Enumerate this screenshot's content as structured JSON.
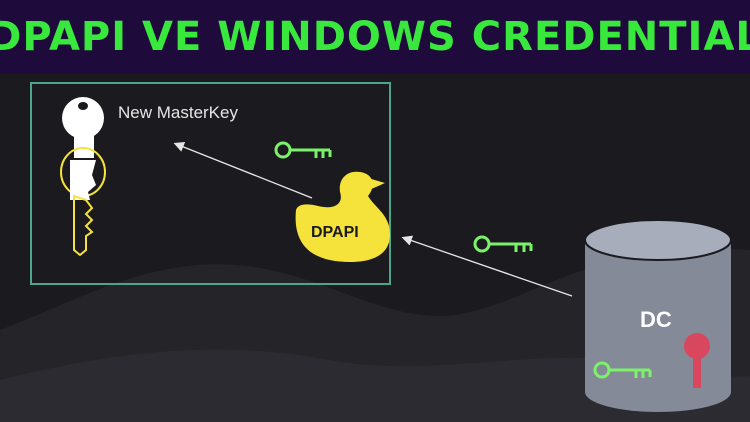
{
  "banner": {
    "title": "DPAPI VE WINDOWS CREDENTIAL"
  },
  "diagram": {
    "masterkey_label": "New MasterKey",
    "duck_label": "DPAPI",
    "dc_label": "DC"
  },
  "colors": {
    "banner_bg": "#1e0b3b",
    "title_green": "#39e83d",
    "key_green": "#7cf26a",
    "duck_yellow": "#f5e23a",
    "dc_red": "#d9475f",
    "db_gray": "#858a99",
    "box_border": "#4fa58a"
  }
}
